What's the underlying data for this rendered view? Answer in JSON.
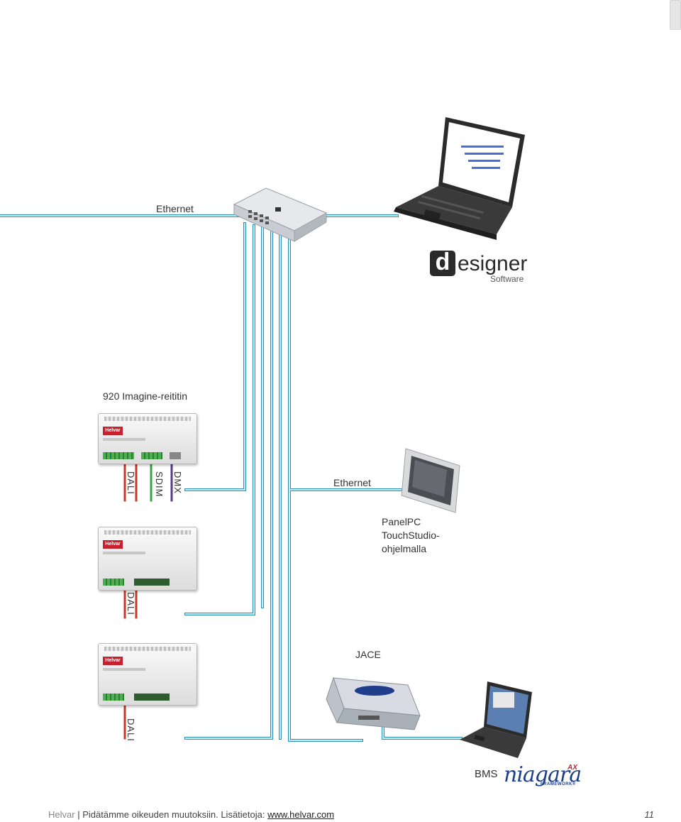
{
  "labels": {
    "ethernet_top": "Ethernet",
    "designer_text": "esigner",
    "designer_letter": "d",
    "designer_sub": "Software",
    "router_920": "920 Imagine-reititin",
    "dali_1": "DALI",
    "sdim": "SDIM",
    "dmx": "DMX",
    "ethernet_mid": "Ethernet",
    "panelpc_1": "PanelPC",
    "panelpc_2": "TouchStudio-",
    "panelpc_3": "ohjelmalla",
    "dali_2": "DALI",
    "jace": "JACE",
    "dali_3": "DALI",
    "bms": "BMS",
    "niagara_text": "niagara",
    "niagara_ax": "AX",
    "niagara_fw": "FRAMEWORK®"
  },
  "router_brand": "Helvar",
  "footer": {
    "brand": "Helvar",
    "separator": "|",
    "text": "Pidätämme oikeuden muutoksiin. Lisätietoja:",
    "link": "www.helvar.com",
    "page": "11"
  },
  "colors": {
    "ethernet": "#4fc3e8",
    "dali": "#c23a2a",
    "sdim": "#3da048",
    "dmx": "#5a3a8c"
  }
}
